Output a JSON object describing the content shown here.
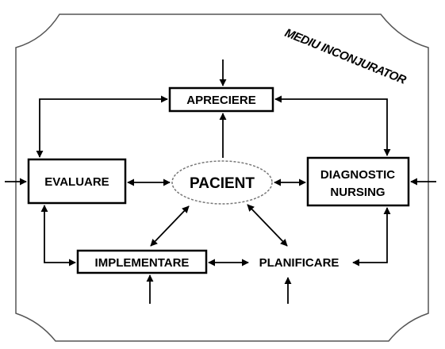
{
  "diagram": {
    "environment_label": "MEDIU INCONJURATOR",
    "center_label": "PACIENT",
    "nodes": {
      "apreciere": "APRECIERE",
      "evaluare": "EVALUARE",
      "diagnostic_line1": "DIAGNOSTIC",
      "diagnostic_line2": "NURSING",
      "implementare": "IMPLEMENTARE",
      "planificare": "PLANIFICARE"
    }
  }
}
